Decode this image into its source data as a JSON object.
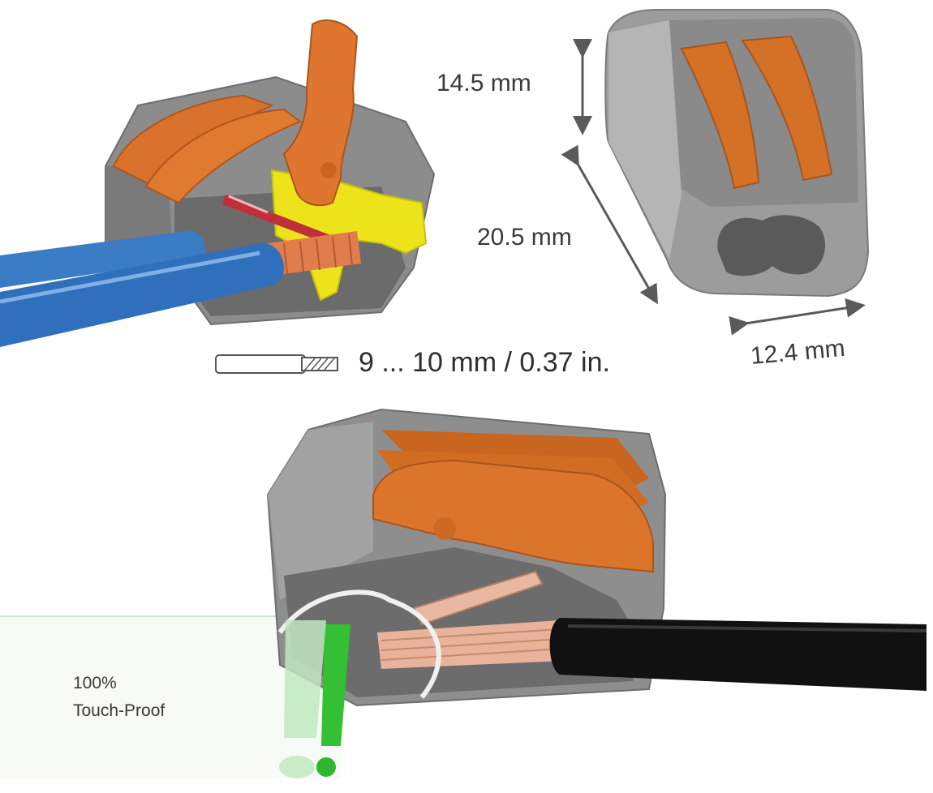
{
  "dimensions": {
    "height": "14.5 mm",
    "length": "20.5 mm",
    "width": "12.4 mm"
  },
  "strip_length": "9 ... 10 mm / 0.37 in.",
  "touch_proof": {
    "line1": "100%",
    "line2": "Touch-Proof"
  },
  "colors": {
    "housing_gray": "#8e8e8e",
    "lever_orange": "#d9722c",
    "wire_blue": "#2f74c0",
    "clamp_yellow": "#e9e11c",
    "copper": "#e08a5a",
    "cable_black": "#111111",
    "touch_green": "#3cc43c"
  }
}
